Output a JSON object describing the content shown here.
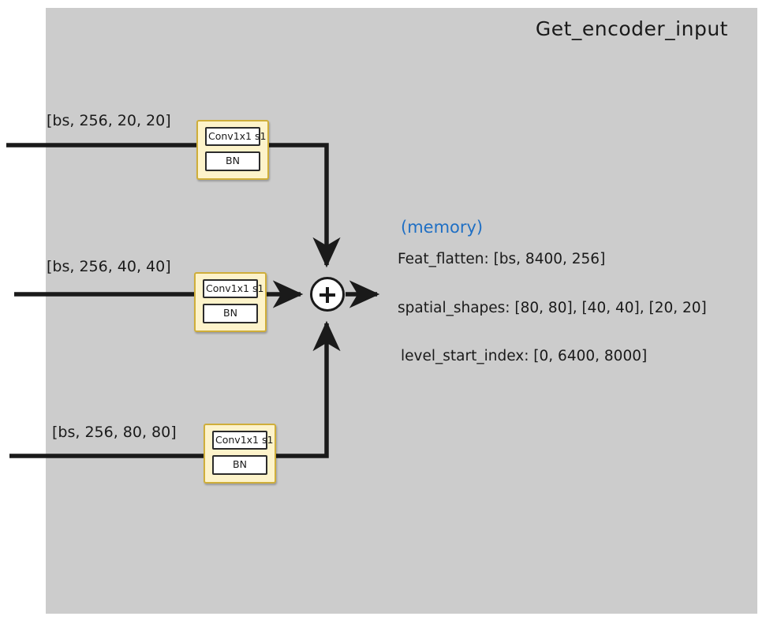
{
  "diagram": {
    "title": "Get_encoder_input",
    "background_color": "#cccccc",
    "page_color": "#ffffff",
    "accent_color": "#1f6fc4",
    "block_fill": "#fdf3ca",
    "block_border": "#cfae3a"
  },
  "branches": [
    {
      "id": "branch-p5",
      "input_shape": "[bs, 256, 20, 20]",
      "conv_label": "Conv1x1 s1",
      "norm_label": "BN"
    },
    {
      "id": "branch-p4",
      "input_shape": "[bs, 256, 40, 40]",
      "conv_label": "Conv1x1 s1",
      "norm_label": "BN"
    },
    {
      "id": "branch-p3",
      "input_shape": "[bs, 256, 80, 80]",
      "conv_label": "Conv1x1 s1",
      "norm_label": "BN"
    }
  ],
  "merge": {
    "operator": "+",
    "name": "concat-add-node"
  },
  "output": {
    "memory_tag": "(memory)",
    "lines": [
      "Feat_flatten: [bs, 8400, 256]",
      "spatial_shapes: [80, 80], [40, 40], [20, 20]",
      "level_start_index: [0, 6400, 8000]"
    ]
  }
}
